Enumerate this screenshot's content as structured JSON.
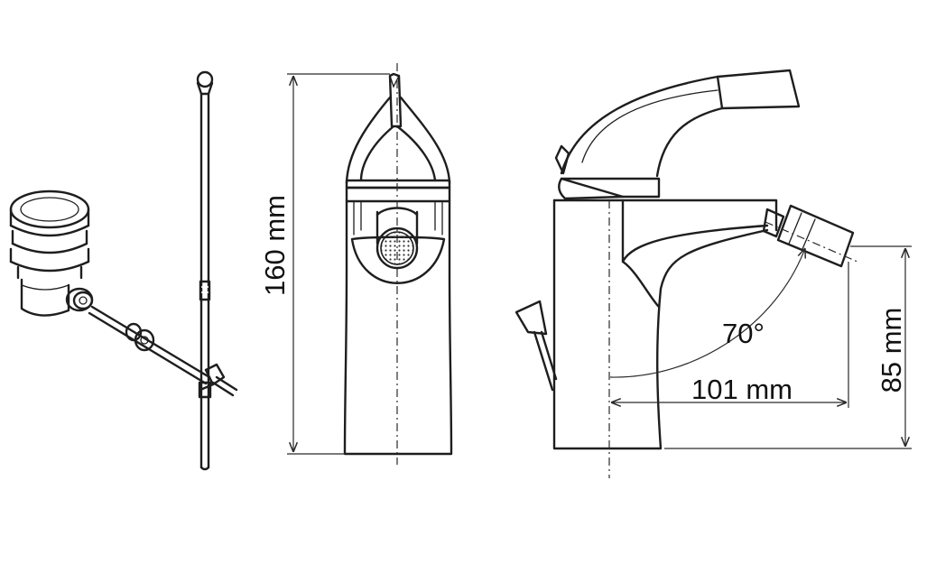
{
  "dimensions": {
    "height": "160 mm",
    "spout_height": "85 mm",
    "projection": "101 mm",
    "angle": "70°"
  },
  "colors": {
    "line": "#1e1e1e",
    "background": "#ffffff"
  }
}
